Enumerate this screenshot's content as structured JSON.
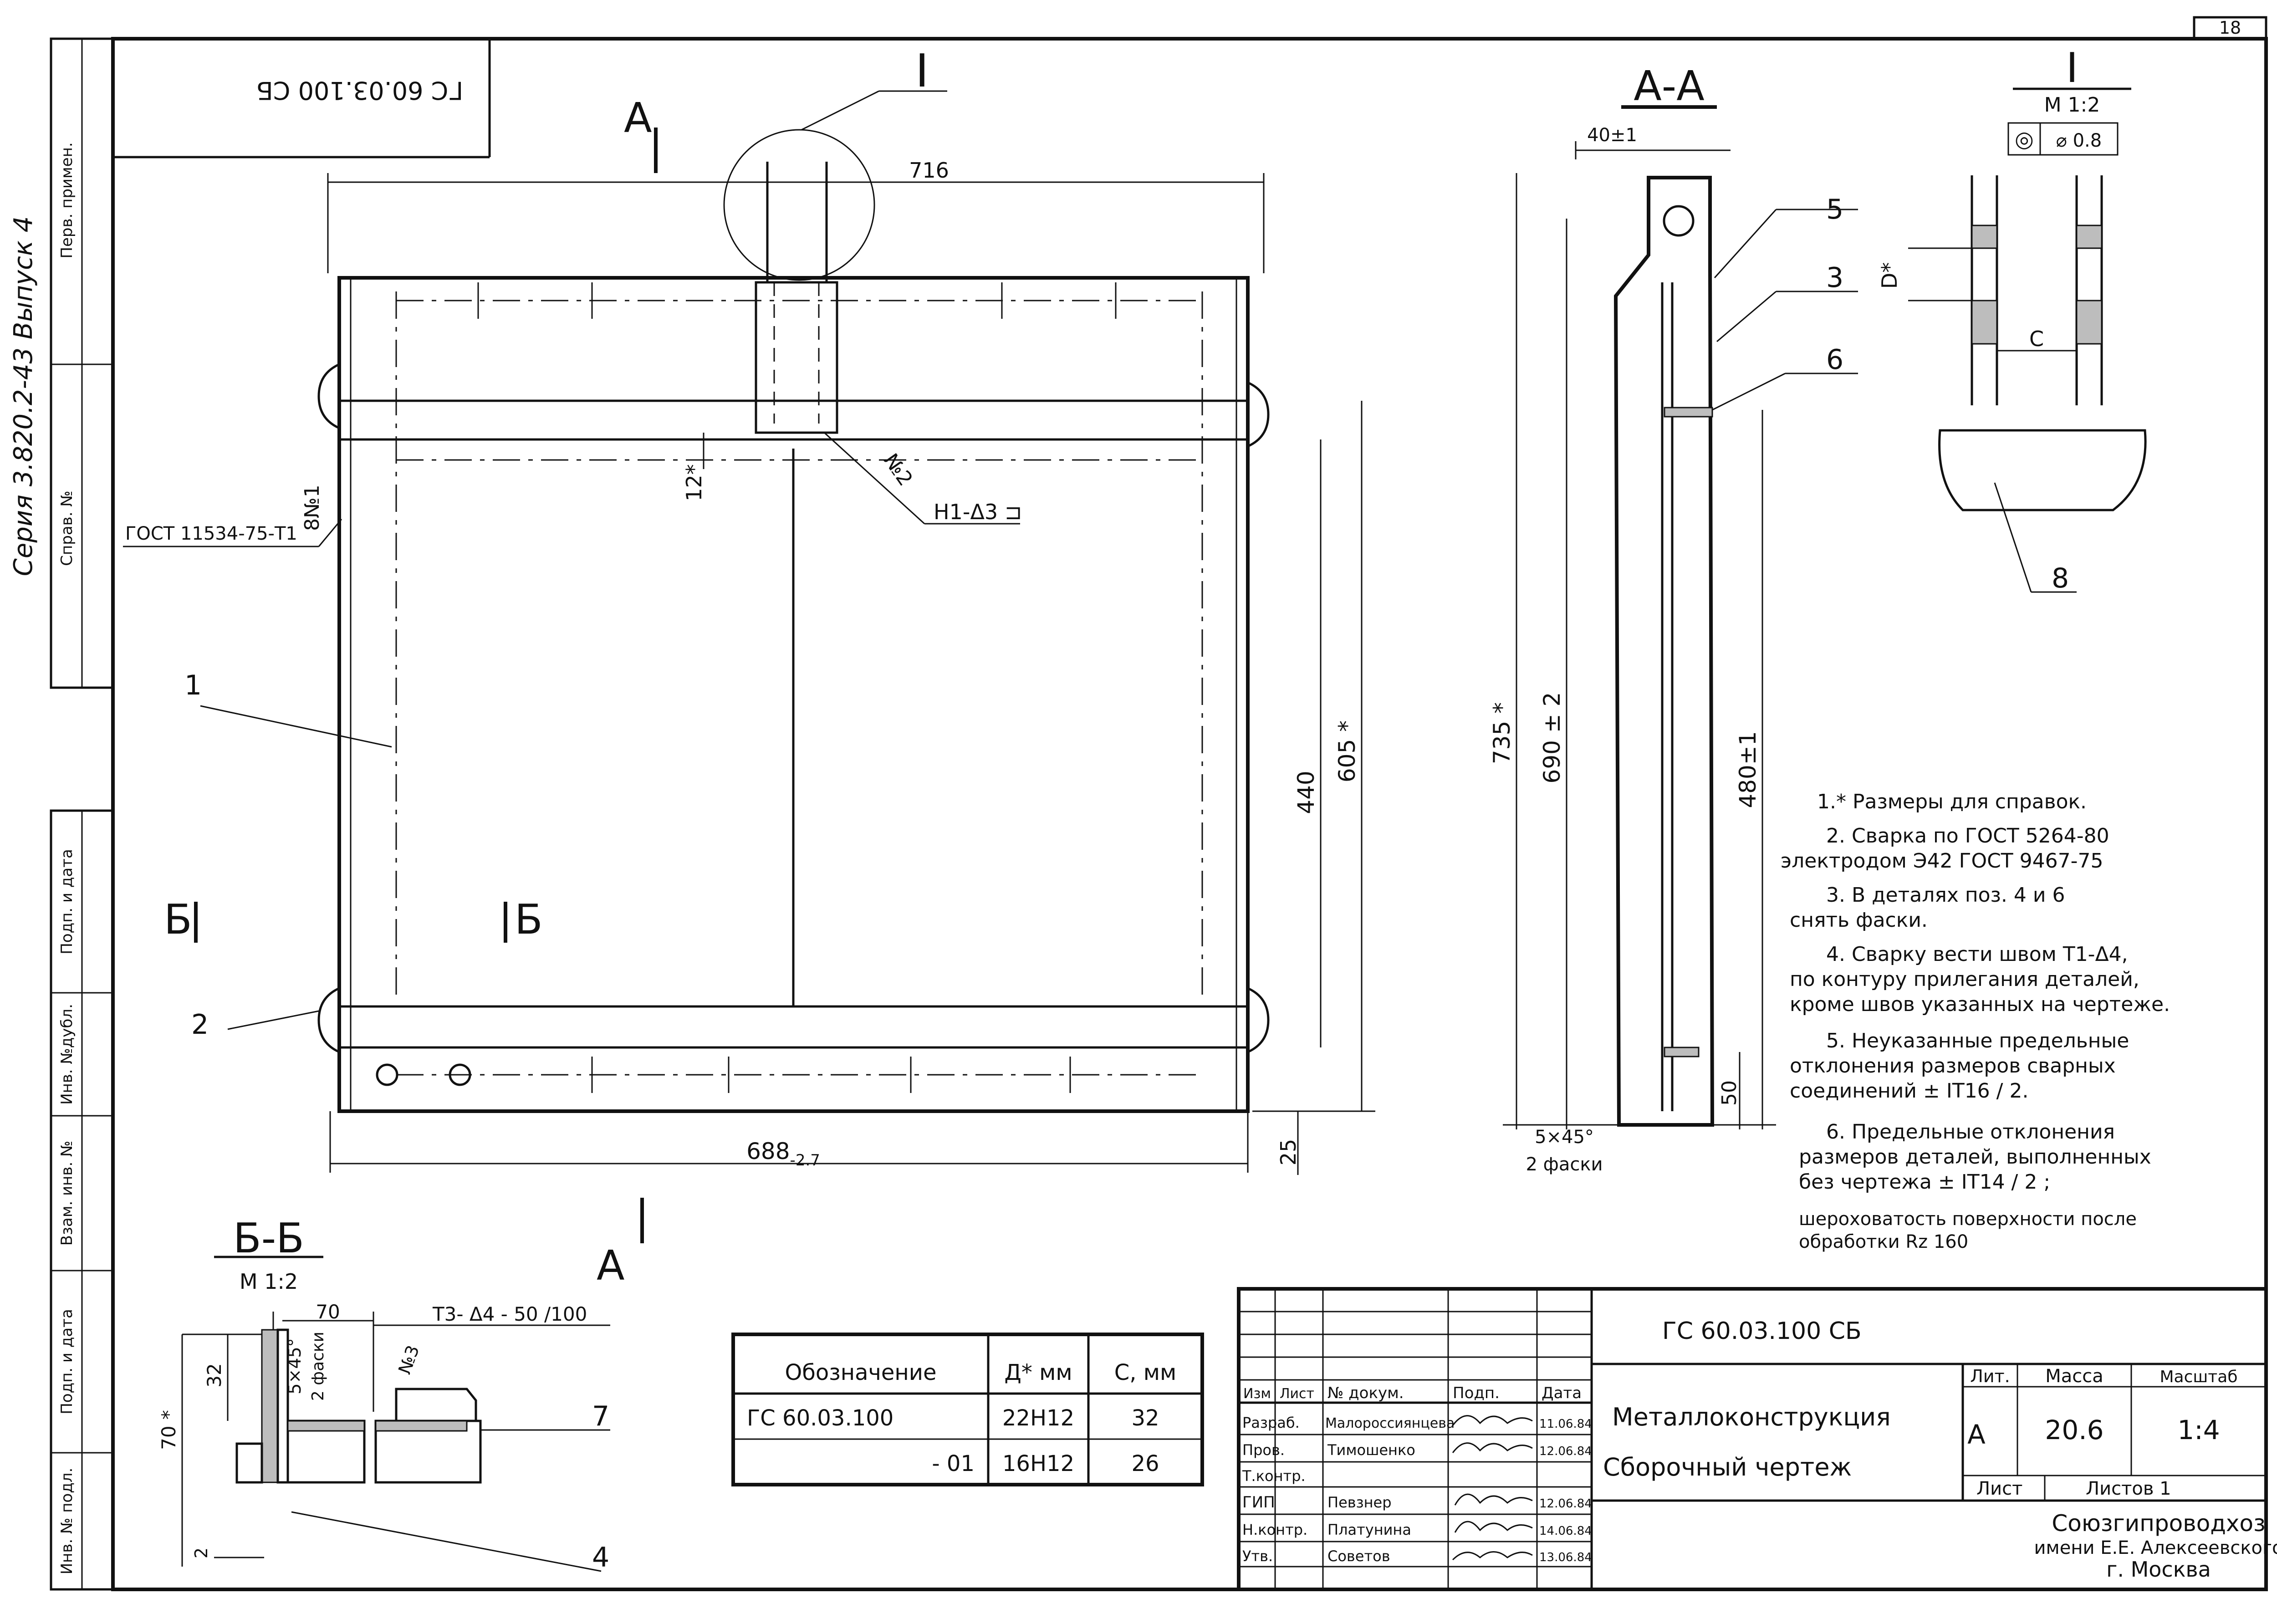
{
  "sheet": {
    "page_number": "18",
    "top_stamp": "ГС 60.03.100 СБ",
    "series_text": "Серия 3.820.2-43 Выпуск 4",
    "side_labels": [
      "Перв. примен.",
      "Справ. №",
      "Подп. и дата",
      "Инв. №дубл.",
      "Взам. инв. №",
      "Подп. и дата",
      "Инв. № подл."
    ]
  },
  "main_view": {
    "view_label_A": "А",
    "view_label_B": "Б",
    "detail_marker": "I",
    "dim_overall_width": "716",
    "dim_bottom_width": "688",
    "dim_bottom_tol": "-2.7",
    "dim_12": "12*",
    "dim_440": "440",
    "dim_605": "605 *",
    "dim_25": "25",
    "weld_note_1": "№2",
    "weld_note_2": "Н1-Δ3 ⊐",
    "weld_ref_left": "8№1",
    "gost_ref": "ГОСТ 11534-75-Т1",
    "pos_1": "1",
    "pos_2": "2"
  },
  "section_aa": {
    "title": "А-А",
    "dim_40": "40±1",
    "dim_735": "735 *",
    "dim_690": "690 ± 2",
    "dim_480": "480±1",
    "dim_50": "50",
    "chamfer_1": "5×45°",
    "chamfer_2": "2 фаски",
    "pos_5": "5",
    "pos_3": "3",
    "pos_6": "6"
  },
  "detail_I": {
    "title": "I",
    "scale": "М 1:2",
    "tol_symbol": "◎",
    "tol_value": "⌀ 0.8",
    "dim_D": "D*",
    "dim_C": "С",
    "pos_8": "8"
  },
  "notes": [
    "1.* Размеры для справок.",
    "2. Сварка по ГОСТ 5264-80",
    "электродом Э42 ГОСТ 9467-75",
    "3. В деталях поз. 4 и 6",
    "снять фаски.",
    "4. Сварку вести швом Т1-Δ4,",
    "по контуру прилегания деталей,",
    "кроме швов указанных на чертеже.",
    "5. Неуказанные предельные",
    "отклонения размеров сварных",
    "соединений ± IT16 / 2.",
    "6. Предельные отклонения",
    "размеров деталей, выполненных",
    "без чертежа ± IT14 / 2 ;",
    "шероховатость поверхности после",
    "обработки Rz 160"
  ],
  "section_bb": {
    "title": "Б-Б",
    "scale": "М 1:2",
    "dim_70_top": "70",
    "weld_label": "Т3- Δ4 - 50 /100",
    "chamfer": "5×45°",
    "chamfer_2": "2 фаски",
    "weld_no": "№3",
    "dim_32": "32",
    "dim_70_side": "70 *",
    "dim_2": "2",
    "pos_7": "7",
    "pos_4": "4"
  },
  "variants_table": {
    "headers": [
      "Обозначение",
      "Д* мм",
      "С, мм"
    ],
    "rows": [
      [
        "ГС 60.03.100",
        "22Н12",
        "32"
      ],
      [
        "- 01",
        "16Н12",
        "26"
      ]
    ]
  },
  "title_block": {
    "doc_code": "ГС 60.03.100 СБ",
    "name_line_1": "Металлоконструкция",
    "name_line_2": "Сборочный чертеж",
    "col_headers": [
      "Изм",
      "Лист",
      "№ докум.",
      "Подп.",
      "Дата"
    ],
    "signatures": [
      {
        "role": "Разраб.",
        "name": "Малороссиянцева",
        "date": "11.06.84"
      },
      {
        "role": "Пров.",
        "name": "Тимошенко",
        "date": "12.06.84"
      },
      {
        "role": "Т.контр.",
        "name": "",
        "date": ""
      },
      {
        "role": "ГИП",
        "name": "Певзнер",
        "date": "12.06.84"
      },
      {
        "role": "Н.контр.",
        "name": "Платунина",
        "date": "14.06.84"
      },
      {
        "role": "Утв.",
        "name": "Советов",
        "date": "13.06.84"
      }
    ],
    "lit_label": "Лит.",
    "mass_label": "Масса",
    "scale_label": "Масштаб",
    "lit_value": "А",
    "mass_value": "20.6",
    "scale_value": "1:4",
    "sheet_label": "Лист",
    "sheets_label": "Листов 1",
    "org_1": "Союзгипроводхоз",
    "org_2": "имени Е.Е. Алексеевского",
    "org_3": "г. Москва"
  }
}
